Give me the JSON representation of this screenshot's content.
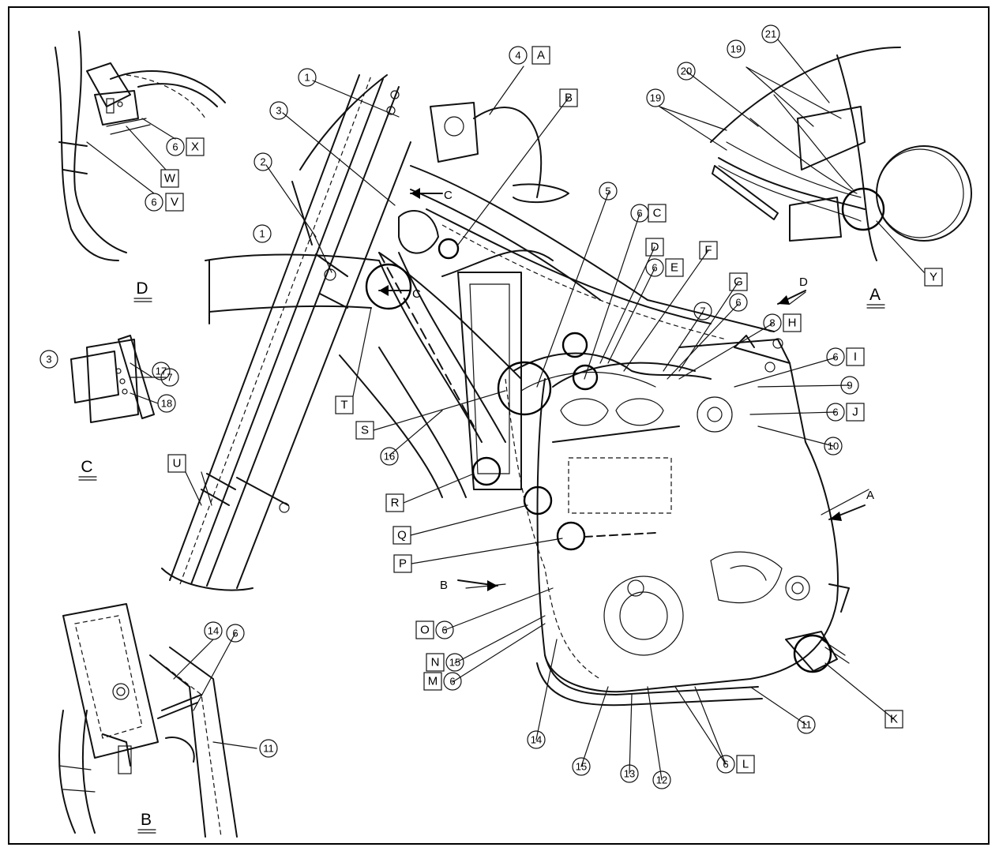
{
  "labels": {
    "n1a": "1",
    "n1b": "1",
    "n2": "2",
    "n3": "3",
    "n4": "4",
    "n5": "5",
    "n6_x": "6",
    "n6_v": "6",
    "n6_c": "6",
    "n6_e": "6",
    "n6_g": "6",
    "n6_i": "6",
    "n6_j": "6",
    "n6_o": "6",
    "n6_m": "6",
    "n6_l": "6",
    "n6_b": "6",
    "n7": "7",
    "n7_c": "7",
    "n8": "8",
    "n9": "9",
    "n10": "10",
    "n11": "11",
    "n11_b": "11",
    "n12": "12",
    "n13": "13",
    "n14": "14",
    "n14_b": "14",
    "n15a": "15",
    "n15b": "15",
    "n16": "16",
    "n3_c": "3",
    "n17": "17",
    "n18": "18",
    "n19a": "19",
    "n19b": "19",
    "n20": "20",
    "n21": "21"
  },
  "boxes": {
    "A": "A",
    "B": "B",
    "C": "C",
    "D": "D",
    "E": "E",
    "F": "F",
    "G": "G",
    "H": "H",
    "I": "I",
    "J": "J",
    "K": "K",
    "L": "L",
    "M": "M",
    "N": "N",
    "O": "O",
    "P": "P",
    "Q": "Q",
    "R": "R",
    "S": "S",
    "T": "T",
    "U": "U",
    "V": "V",
    "W": "W",
    "X": "X",
    "Y": "Y"
  },
  "views": {
    "A": "A",
    "B": "B",
    "C": "C",
    "D": "D"
  },
  "arrows": {
    "A": "A",
    "B": "B",
    "D": "D",
    "C1": "C",
    "C2": "C"
  }
}
